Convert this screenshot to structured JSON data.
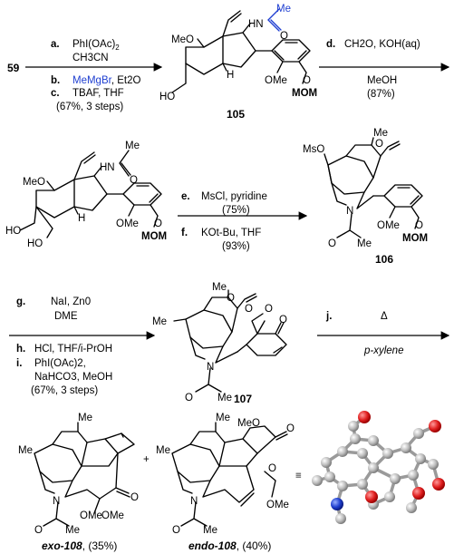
{
  "start_compound": "59",
  "steps": {
    "a": {
      "letter": "a.",
      "text": "PhI(OAc)",
      "sub": "2",
      "line2": "CH3CN"
    },
    "b": {
      "letter": "b.",
      "text": "MeMgBr",
      "rest": ", Et2O",
      "color": "#1f3fd1"
    },
    "c": {
      "letter": "c.",
      "text": "TBAF, THF"
    },
    "abc_yield": "(67%, 3 steps)",
    "d": {
      "letter": "d.",
      "text": "CH2O, KOH(aq)",
      "line2": "MeOH",
      "yield": "(87%)"
    },
    "e": {
      "letter": "e.",
      "text": "MsCl, pyridine",
      "yield": "(75%)"
    },
    "f": {
      "letter": "f.",
      "text": "KOt-Bu, THF",
      "yield": "(93%)"
    },
    "g": {
      "letter": "g.",
      "text": "NaI, Zn0",
      "line2": "DME"
    },
    "h": {
      "letter": "h.",
      "text": "HCl, THF/i-PrOH"
    },
    "i": {
      "letter": "i.",
      "line1": "PhI(OAc)2,",
      "line2": "NaHCO3, MeOH",
      "yield": "(67%, 3 steps)"
    },
    "j": {
      "letter": "j.",
      "text": "Δ",
      "solvent": "p-xylene"
    }
  },
  "compounds": {
    "c105": "105",
    "c106": "106",
    "c107": "107",
    "exo": {
      "name": "exo-108",
      "yield": ", (35%)"
    },
    "endo": {
      "name": "endo-108",
      "yield": ", (40%)"
    }
  },
  "atom_labels": {
    "MeO": "MeO",
    "OMe": "OMe",
    "MOM": "MOM",
    "O": "O",
    "HN": "HN",
    "Me": "Me",
    "HO": "HO",
    "H": "H",
    "N": "N",
    "MsO": "MsO",
    "plus": "+",
    "equiv": "≡"
  },
  "colors": {
    "blue": "#1f3fd1",
    "red": "#d42020",
    "grey": "#9a9a9a"
  }
}
